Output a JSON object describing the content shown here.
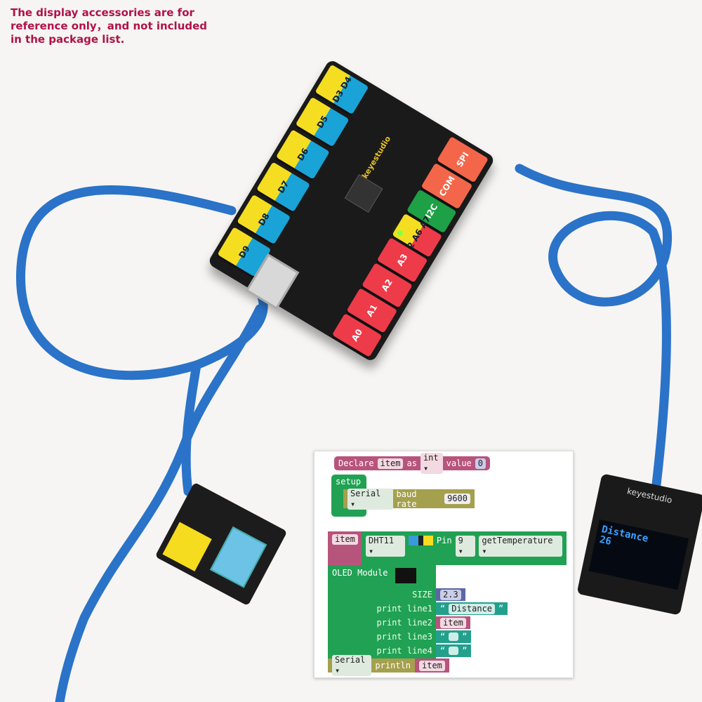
{
  "notice": "The display accessories are for reference only，and not included in the package list.",
  "board": {
    "brand": "keyestudio",
    "left_modules": [
      "D3 D4",
      "D5",
      "D6",
      "D7",
      "D8",
      "D9"
    ],
    "right_modules": [
      "SPI",
      "COM",
      "I2C",
      "D2 A6 A7",
      "A3",
      "A2",
      "A1",
      "A0"
    ]
  },
  "oled_device": {
    "brand": "keyestudio",
    "line1": "Distance",
    "line2": "26"
  },
  "code": {
    "declare": {
      "kw": "Declare",
      "var": "item",
      "as": "as",
      "type": "int ▾",
      "value_kw": "value",
      "value": "0"
    },
    "setup": {
      "label": "setup",
      "serial": "Serial ▾",
      "baud_kw": "baud rate",
      "baud": "9600"
    },
    "sensor": {
      "var": "item",
      "module": "DHT11 ▾",
      "pin_kw": "Pin",
      "pin": "9 ▾",
      "method": "getTemperature ▾"
    },
    "oled": {
      "label": "OLED Module",
      "size_kw": "SIZE",
      "size": "2.3",
      "line1_kw": "print line1",
      "line1": "Distance",
      "line2_kw": "print line2",
      "line2": "item",
      "line3_kw": "print line3",
      "line4_kw": "print line4"
    },
    "println": {
      "serial": "Serial ▾",
      "kw": "println",
      "value": "item"
    }
  },
  "colors": {
    "cable": "#2a73c8",
    "notice": "#b0124a"
  }
}
